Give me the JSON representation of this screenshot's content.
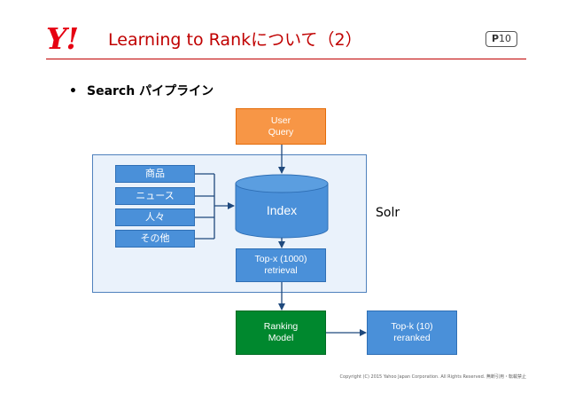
{
  "header": {
    "logo_text": "Y!",
    "title": "Learning to Rankについて（2）",
    "page_prefix": "P",
    "page_number": "10"
  },
  "bullet": {
    "marker": "•",
    "text": "Search パイプライン"
  },
  "diagram": {
    "user_query": [
      "User",
      "Query"
    ],
    "categories": [
      "商品",
      "ニュース",
      "人々",
      "その他"
    ],
    "index_label": "Index",
    "solr_label": "Solr",
    "topx": [
      "Top-x (1000)",
      "retrieval"
    ],
    "ranking": [
      "Ranking",
      "Model"
    ],
    "topk": [
      "Top-k (10)",
      "reranked"
    ]
  },
  "colors": {
    "brand_red": "#e60012",
    "title_red": "#c00000",
    "box_blue": "#4a90d9",
    "user_query_orange": "#f79646",
    "ranking_green": "#00882e",
    "solr_region_fill": "#eaf2fb"
  },
  "footer": {
    "copyright": "Copyright (C) 2015 Yahoo Japan Corporation. All Rights Reserved. 無断引用・転載禁止"
  }
}
